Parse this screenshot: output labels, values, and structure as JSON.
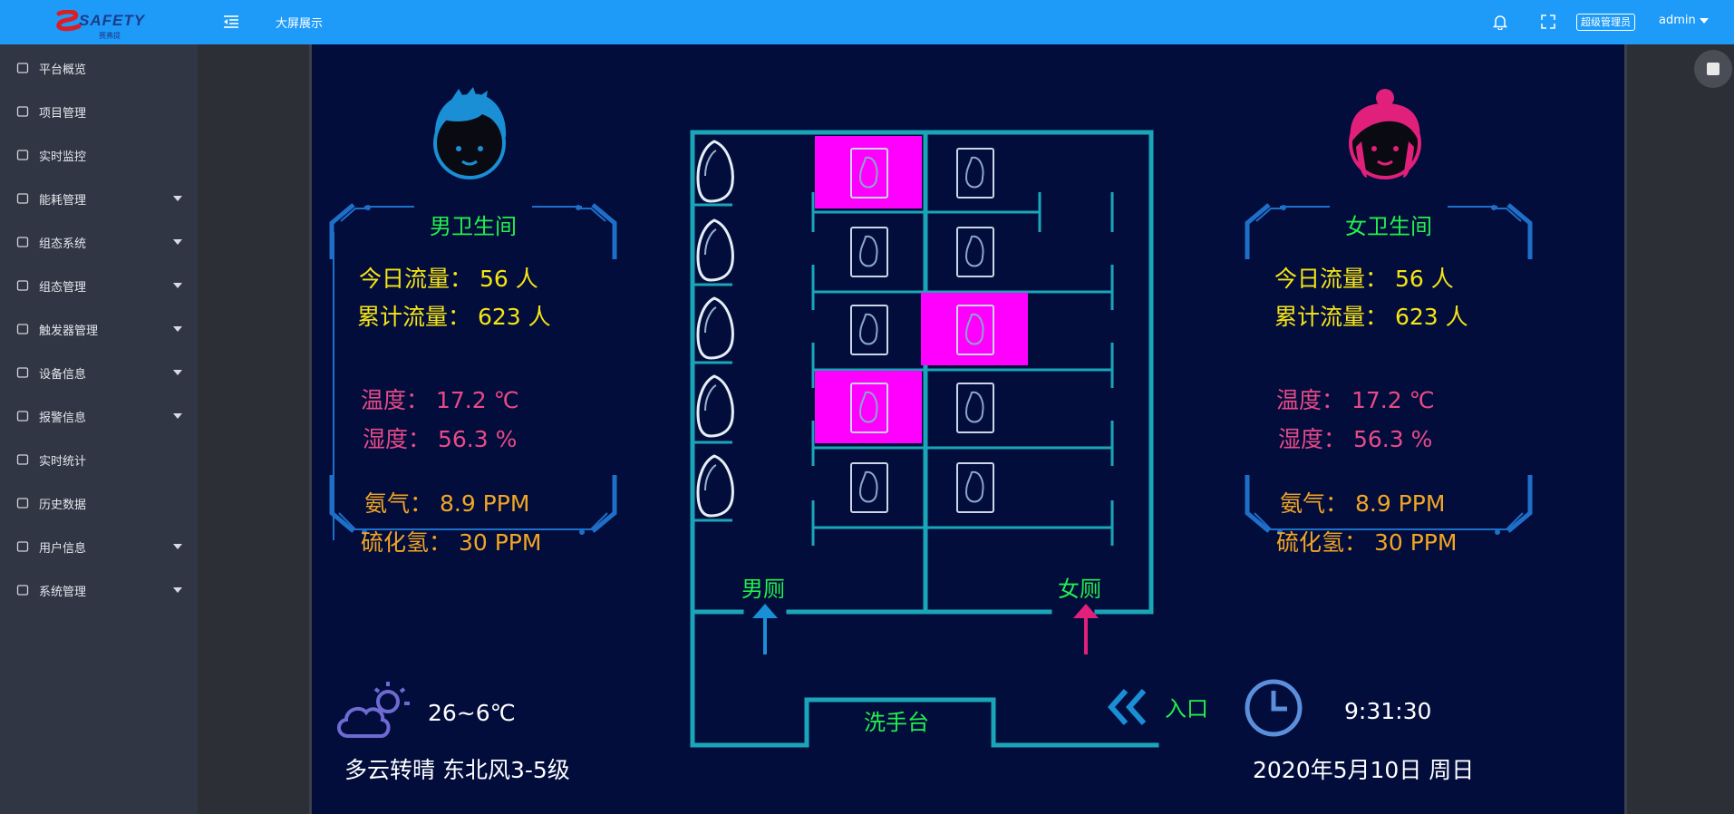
{
  "header": {
    "logo_text": "SAFETY",
    "logo_sub": "赛弗提",
    "page_title": "大屏展示",
    "role_badge": "超级管理员",
    "user": "admin"
  },
  "sidebar": {
    "items": [
      {
        "label": "平台概览",
        "icon": "home-icon",
        "expandable": false
      },
      {
        "label": "项目管理",
        "icon": "grid-icon",
        "expandable": false
      },
      {
        "label": "实时监控",
        "icon": "cube-icon",
        "expandable": false
      },
      {
        "label": "能耗管理",
        "icon": "table-icon",
        "expandable": true
      },
      {
        "label": "组态系统",
        "icon": "image-icon",
        "expandable": true
      },
      {
        "label": "组态管理",
        "icon": "table-icon",
        "expandable": true
      },
      {
        "label": "触发器管理",
        "icon": "infinity-icon",
        "expandable": true
      },
      {
        "label": "设备信息",
        "icon": "chart-circle-icon",
        "expandable": true
      },
      {
        "label": "报警信息",
        "icon": "bars-icon",
        "expandable": true
      },
      {
        "label": "实时统计",
        "icon": "chart-circle-icon",
        "expandable": false
      },
      {
        "label": "历史数据",
        "icon": "pulse-icon",
        "expandable": false
      },
      {
        "label": "用户信息",
        "icon": "user-icon",
        "expandable": true
      },
      {
        "label": "系统管理",
        "icon": "gear-icon",
        "expandable": true
      }
    ]
  },
  "male": {
    "title": "男卫生间",
    "today_label": "今日流量：",
    "today_value": "56 人",
    "total_label": "累计流量：",
    "total_value": "623 人",
    "temp_label": "温度：",
    "temp_value": "17.2 ℃",
    "humidity_label": "湿度：",
    "humidity_value": "56.3 %",
    "ammonia_label": "氨气：",
    "ammonia_value": "8.9 PPM",
    "h2s_label": "硫化氢：",
    "h2s_value": "30 PPM"
  },
  "female": {
    "title": "女卫生间",
    "today_label": "今日流量：",
    "today_value": "56 人",
    "total_label": "累计流量：",
    "total_value": "623 人",
    "temp_label": "温度：",
    "temp_value": "17.2 ℃",
    "humidity_label": "湿度：",
    "humidity_value": "56.3 %",
    "ammonia_label": "氨气：",
    "ammonia_value": "8.9 PPM",
    "h2s_label": "硫化氢：",
    "h2s_value": "30 PPM"
  },
  "plan": {
    "male_label": "男厕",
    "female_label": "女厕",
    "sink_label": "洗手台",
    "entry_label": "入口",
    "occupied": [
      [
        0,
        0
      ],
      [
        2,
        1
      ],
      [
        3,
        0
      ]
    ]
  },
  "weather": {
    "temp": "26~6℃",
    "desc": "多云转晴 东北风3-5级"
  },
  "clock": {
    "time": "9:31:30",
    "date": "2020年5月10日 周日"
  },
  "colors": {
    "occupied": "#ff00ff",
    "wall": "#1aa6b8",
    "male_arrow": "#1a8fd6",
    "female_arrow": "#e0207a"
  }
}
